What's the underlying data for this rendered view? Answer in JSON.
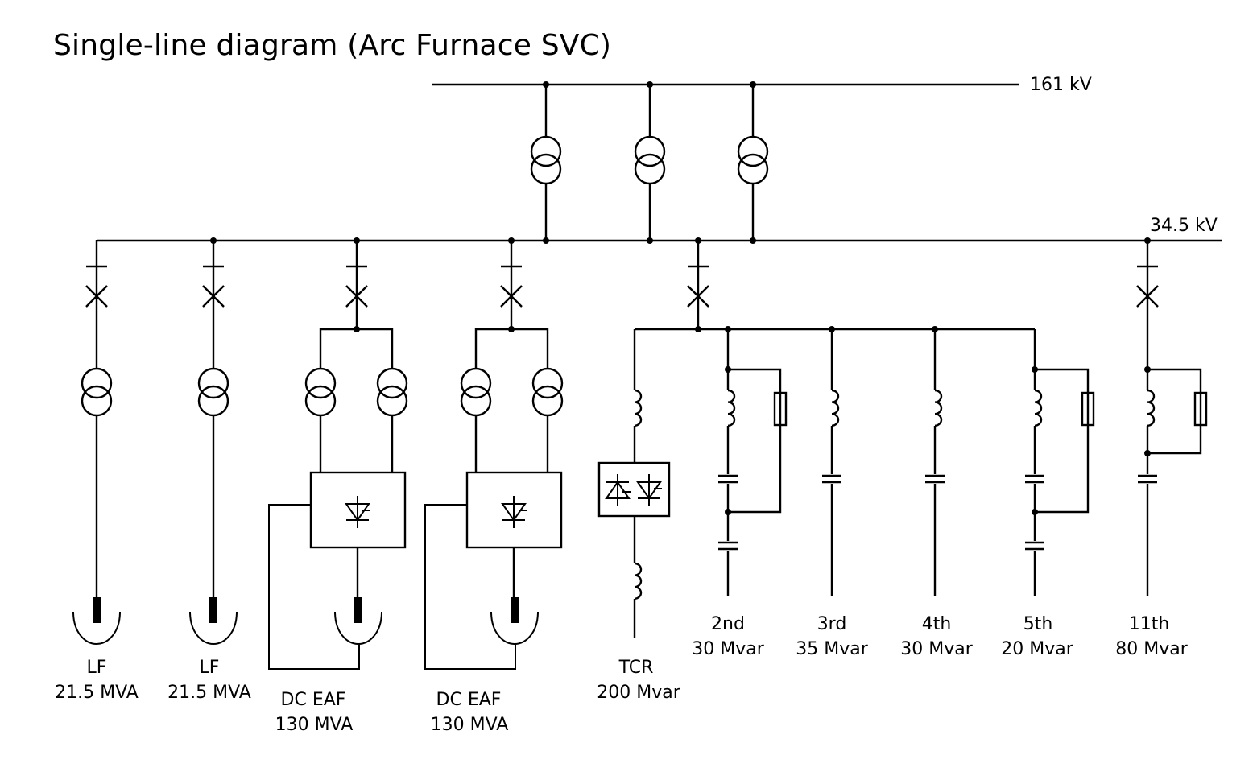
{
  "title": "Single-line diagram (Arc Furnace SVC)",
  "buses": {
    "hv": {
      "label": "161 kV"
    },
    "mv": {
      "label": "34.5 kV"
    }
  },
  "supply_transformers": {
    "count": 3
  },
  "loads": [
    {
      "id": "lf1",
      "type": "LF",
      "name": "LF",
      "rating": "21.5 MVA"
    },
    {
      "id": "lf2",
      "type": "LF",
      "name": "LF",
      "rating": "21.5 MVA"
    },
    {
      "id": "eaf1",
      "type": "DC EAF",
      "name": "DC EAF",
      "rating": "130 MVA"
    },
    {
      "id": "eaf2",
      "type": "DC EAF",
      "name": "DC EAF",
      "rating": "130 MVA"
    }
  ],
  "svc": {
    "tcr": {
      "name": "TCR",
      "rating": "200 Mvar"
    },
    "filters": [
      {
        "harmonic": "2nd",
        "rating": "30 Mvar",
        "topology": "C-type damped"
      },
      {
        "harmonic": "3rd",
        "rating": "35 Mvar",
        "topology": "single-tuned"
      },
      {
        "harmonic": "4th",
        "rating": "30 Mvar",
        "topology": "single-tuned"
      },
      {
        "harmonic": "5th",
        "rating": "20 Mvar",
        "topology": "C-type damped"
      },
      {
        "harmonic": "11th",
        "rating": "80 Mvar",
        "topology": "high-pass damped"
      }
    ]
  }
}
